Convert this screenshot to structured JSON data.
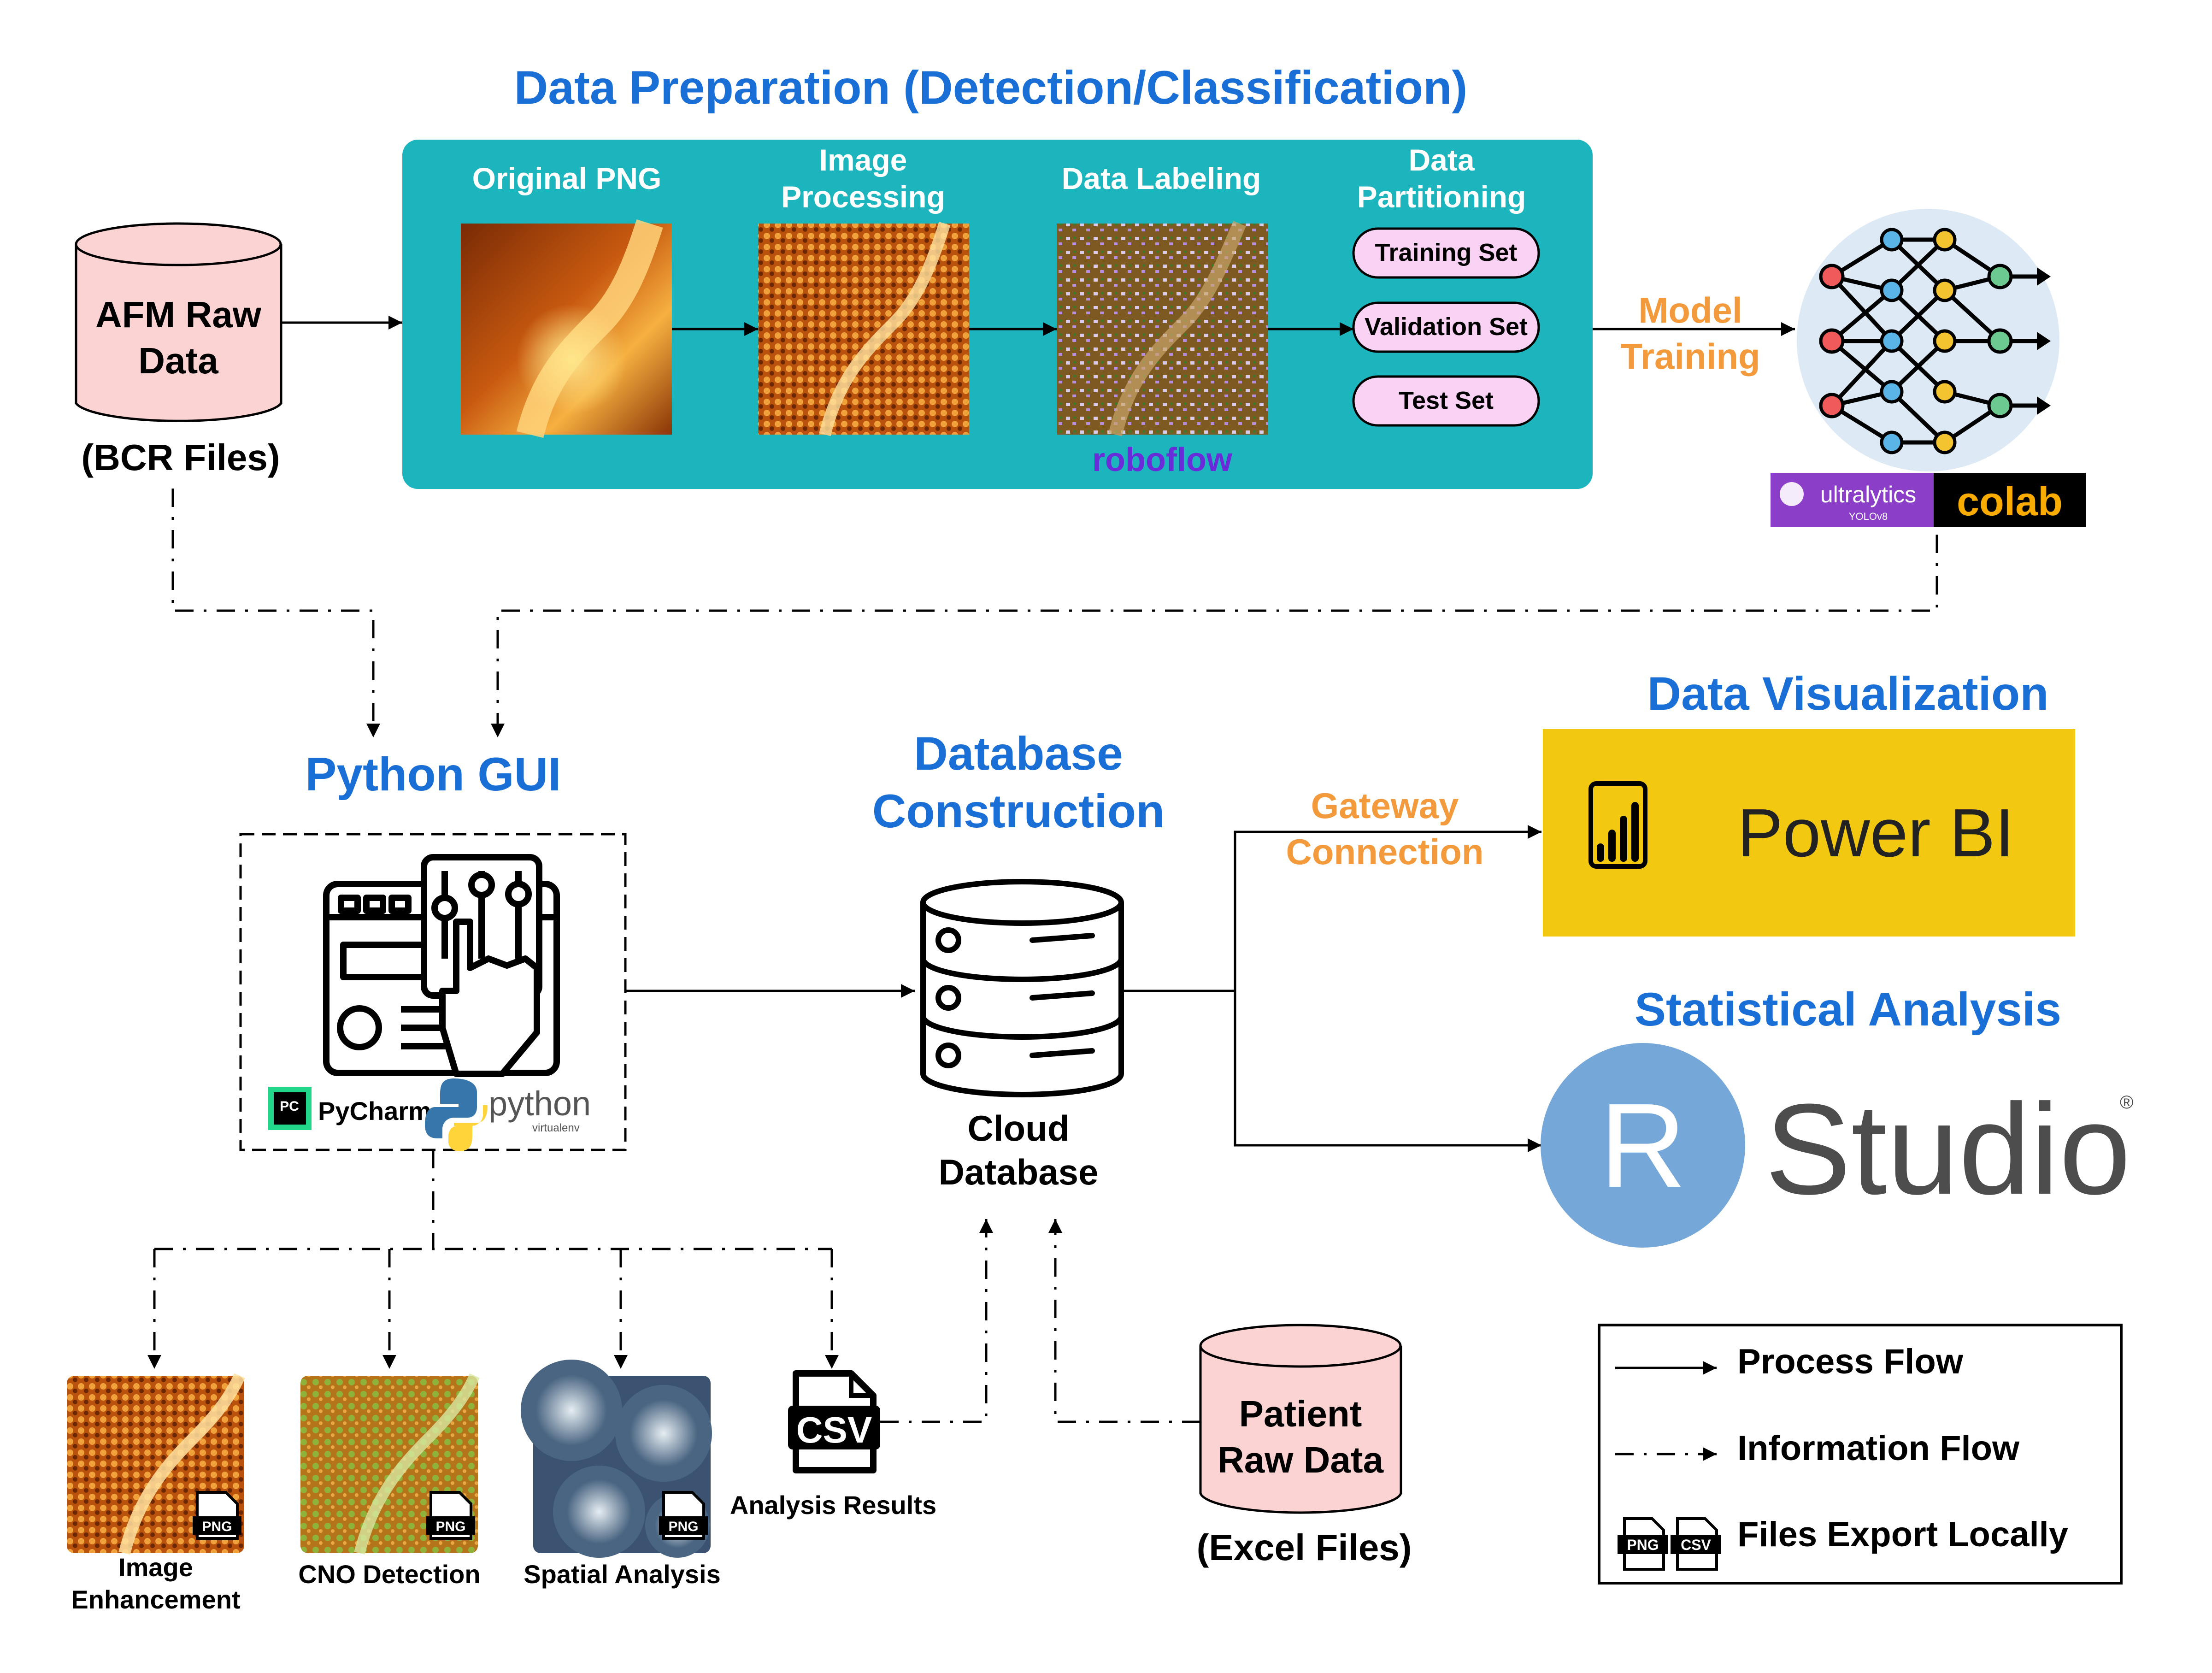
{
  "sections": {
    "prep_title": "Data Preparation (Detection/Classification)",
    "python_gui_title": "Python GUI",
    "db_title_line1": "Database",
    "db_title_line2": "Construction",
    "viz_title": "Data Visualization",
    "stats_title": "Statistical Analysis"
  },
  "afm": {
    "line1": "AFM Raw",
    "line2": "Data",
    "caption": "(BCR Files)"
  },
  "patient": {
    "line1": "Patient",
    "line2": "Raw Data",
    "caption": "(Excel Files)"
  },
  "pipeline": {
    "step1": "Original PNG",
    "step2_line1": "Image",
    "step2_line2": "Processing",
    "step3": "Data Labeling",
    "step4_line1": "Data",
    "step4_line2": "Partitioning",
    "sets": [
      "Training Set",
      "Validation Set",
      "Test Set"
    ],
    "roboflow_logo": "roboflow"
  },
  "model": {
    "line1": "Model",
    "line2": "Training",
    "ultralytics_logo": "ultralytics",
    "ultralytics_sub": "YOLOv8",
    "colab_logo": "colab"
  },
  "gui": {
    "pycharm_badge": "PC",
    "pycharm_logo": "PyCharm",
    "python_logo": "python",
    "python_sub": "virtualenv"
  },
  "cloud_db": {
    "line1": "Cloud",
    "line2": "Database"
  },
  "gateway": {
    "line1": "Gateway",
    "line2": "Connection"
  },
  "powerbi_logo": "Power BI",
  "rstudio": {
    "letter": "R",
    "word": "Studio",
    "mark": "®"
  },
  "outputs": {
    "enhancement_line1": "Image",
    "enhancement_line2": "Enhancement",
    "cno": "CNO Detection",
    "spatial": "Spatial Analysis",
    "analysis": "Analysis Results",
    "png_tag": "PNG",
    "csv_tag": "CSV"
  },
  "legend": {
    "process": "Process Flow",
    "information": "Information Flow",
    "export": "Files Export Locally"
  },
  "colors": {
    "section_blue": "#1a6fd6",
    "teal_panel": "#1db5bd",
    "orange": "#f39a3c",
    "cylinder_pink": "#fbd3d3",
    "set_pill": "#f9d2f4",
    "powerbi_yellow": "#f2c811",
    "rstudio_blue": "#75a7d8"
  },
  "icons": [
    "database-icon",
    "neural-network-icon",
    "gui-control-panel-icon",
    "python-icon",
    "csv-file-icon",
    "png-file-icon",
    "powerbi-icon"
  ]
}
